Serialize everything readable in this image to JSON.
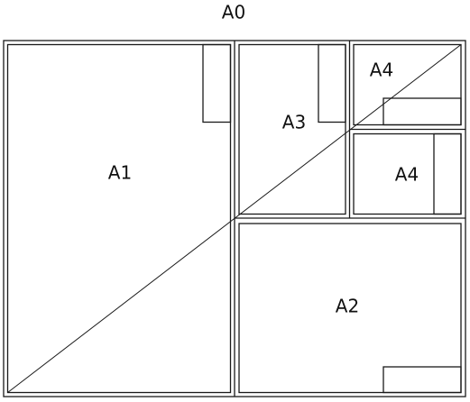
{
  "diagram": {
    "title": "A0",
    "sheets": {
      "a1": {
        "label": "A1"
      },
      "a2": {
        "label": "A2"
      },
      "a3": {
        "label": "A3"
      },
      "a4_top": {
        "label": "A4"
      },
      "a4_bottom": {
        "label": "A4"
      }
    }
  }
}
